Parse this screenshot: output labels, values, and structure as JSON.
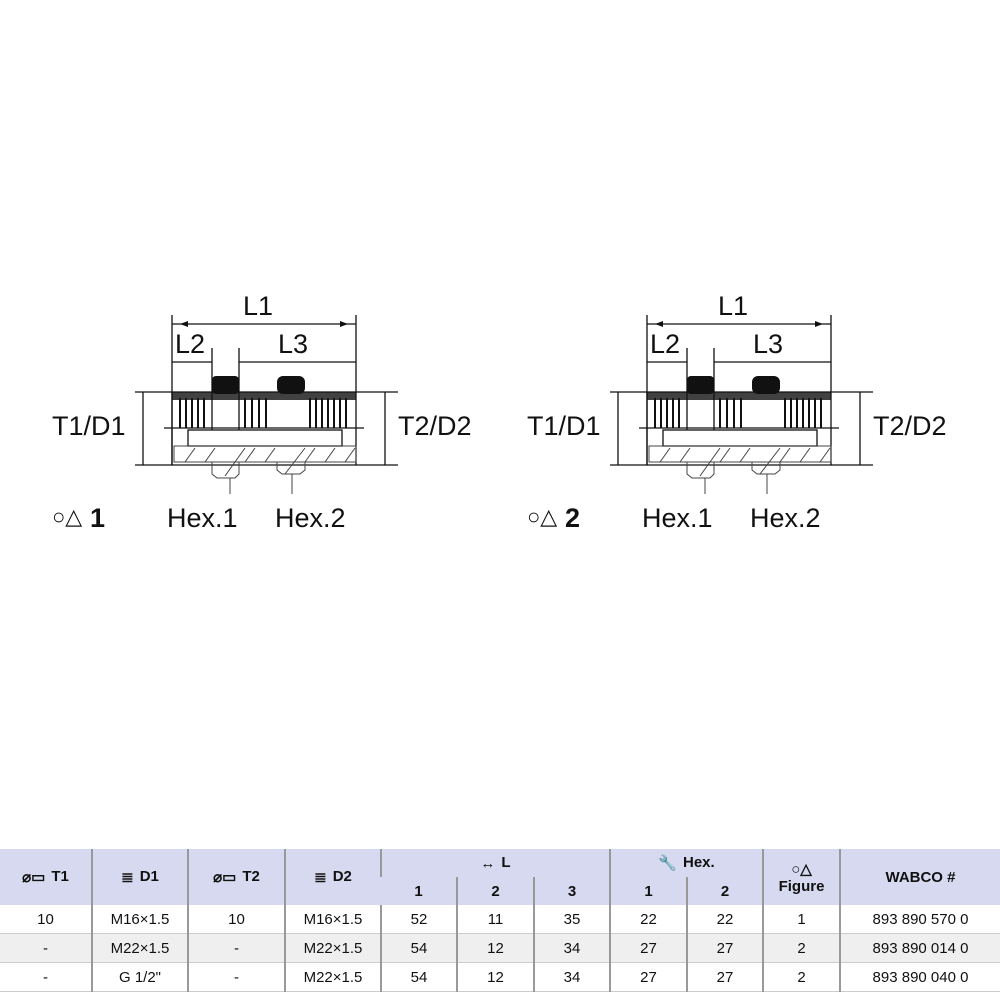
{
  "figures": [
    {
      "l1": "L1",
      "l2": "L2",
      "l3": "L3",
      "left": "T1/D1",
      "right": "T2/D2",
      "hex1": "Hex.1",
      "hex2": "Hex.2",
      "figure_no": "1"
    },
    {
      "l1": "L1",
      "l2": "L2",
      "l3": "L3",
      "left": "T1/D1",
      "right": "T2/D2",
      "hex1": "Hex.1",
      "hex2": "Hex.2",
      "figure_no": "2"
    }
  ],
  "table": {
    "headers": {
      "t1": "T1",
      "d1": "D1",
      "t2": "T2",
      "d2": "D2",
      "l": "L",
      "l_sub": [
        "1",
        "2",
        "3"
      ],
      "hex": "Hex.",
      "hex_sub": [
        "1",
        "2"
      ],
      "figure": "Figure",
      "wabco": "WABCO #"
    },
    "rows": [
      [
        "10",
        "M16×1.5",
        "10",
        "M16×1.5",
        "52",
        "11",
        "35",
        "22",
        "22",
        "1",
        "893 890 570 0"
      ],
      [
        "-",
        "M22×1.5",
        "-",
        "M22×1.5",
        "54",
        "12",
        "34",
        "27",
        "27",
        "2",
        "893 890 014 0"
      ],
      [
        "-",
        "G 1/2\"",
        "-",
        "M22×1.5",
        "54",
        "12",
        "34",
        "27",
        "27",
        "2",
        "893 890 040 0"
      ]
    ]
  }
}
